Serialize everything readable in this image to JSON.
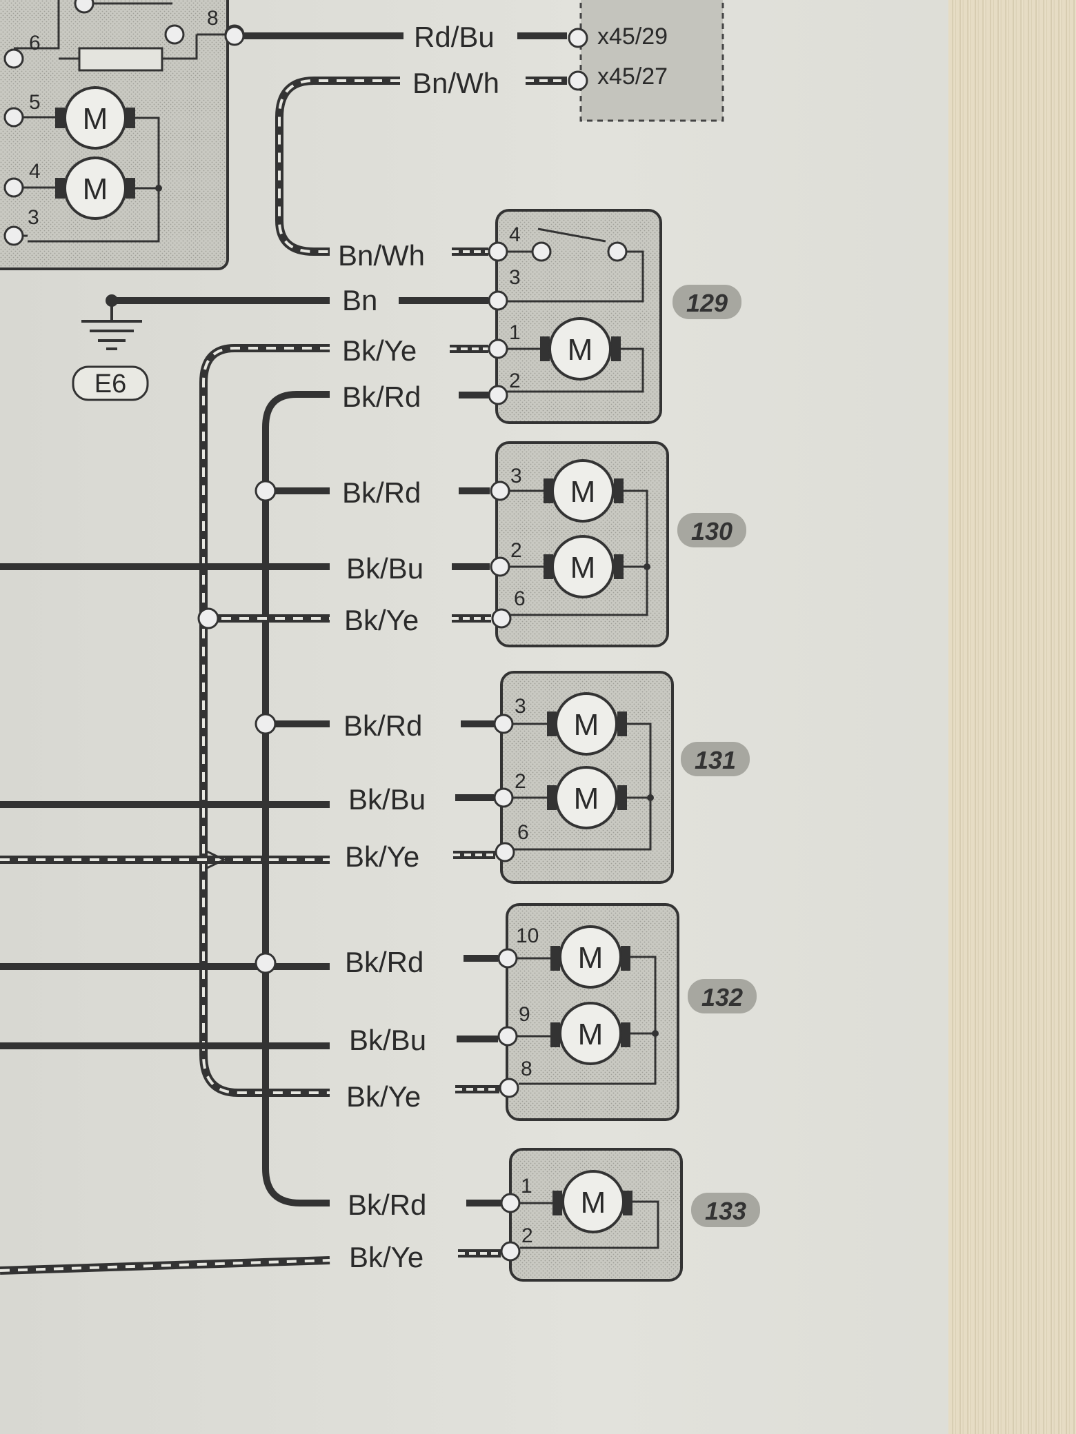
{
  "connector_refs": [
    "x45/29",
    "x45/27"
  ],
  "ground": {
    "label": "E6"
  },
  "partial_component": {
    "pins": [
      "8",
      "6",
      "5",
      "4",
      "3"
    ]
  },
  "wires": [
    {
      "label": "Rd/Bu",
      "color_code": "#333333",
      "pattern": "solid"
    },
    {
      "label": "Bn/Wh",
      "color_code": "#333333",
      "pattern": "dashed-white"
    },
    {
      "label": "Bn/Wh"
    },
    {
      "label": "Bn"
    },
    {
      "label": "Bk/Ye"
    },
    {
      "label": "Bk/Rd"
    }
  ],
  "components": [
    {
      "id": "129",
      "pins": [
        {
          "pin": "4",
          "wire": "Bn/Wh"
        },
        {
          "pin": "3",
          "wire": "Bn"
        },
        {
          "pin": "1",
          "wire": "Bk/Ye"
        },
        {
          "pin": "2",
          "wire": "Bk/Rd"
        }
      ],
      "motor_label": "M"
    },
    {
      "id": "130",
      "pins": [
        {
          "pin": "3",
          "wire": "Bk/Rd"
        },
        {
          "pin": "2",
          "wire": "Bk/Bu"
        },
        {
          "pin": "6",
          "wire": "Bk/Ye"
        }
      ],
      "motor_label": "M"
    },
    {
      "id": "131",
      "pins": [
        {
          "pin": "3",
          "wire": "Bk/Rd"
        },
        {
          "pin": "2",
          "wire": "Bk/Bu"
        },
        {
          "pin": "6",
          "wire": "Bk/Ye"
        }
      ],
      "motor_label": "M"
    },
    {
      "id": "132",
      "pins": [
        {
          "pin": "10",
          "wire": "Bk/Rd"
        },
        {
          "pin": "9",
          "wire": "Bk/Bu"
        },
        {
          "pin": "8",
          "wire": "Bk/Ye"
        }
      ],
      "motor_label": "M"
    },
    {
      "id": "133",
      "pins": [
        {
          "pin": "1",
          "wire": "Bk/Rd"
        },
        {
          "pin": "2",
          "wire": "Bk/Ye"
        }
      ],
      "motor_label": "M"
    }
  ]
}
